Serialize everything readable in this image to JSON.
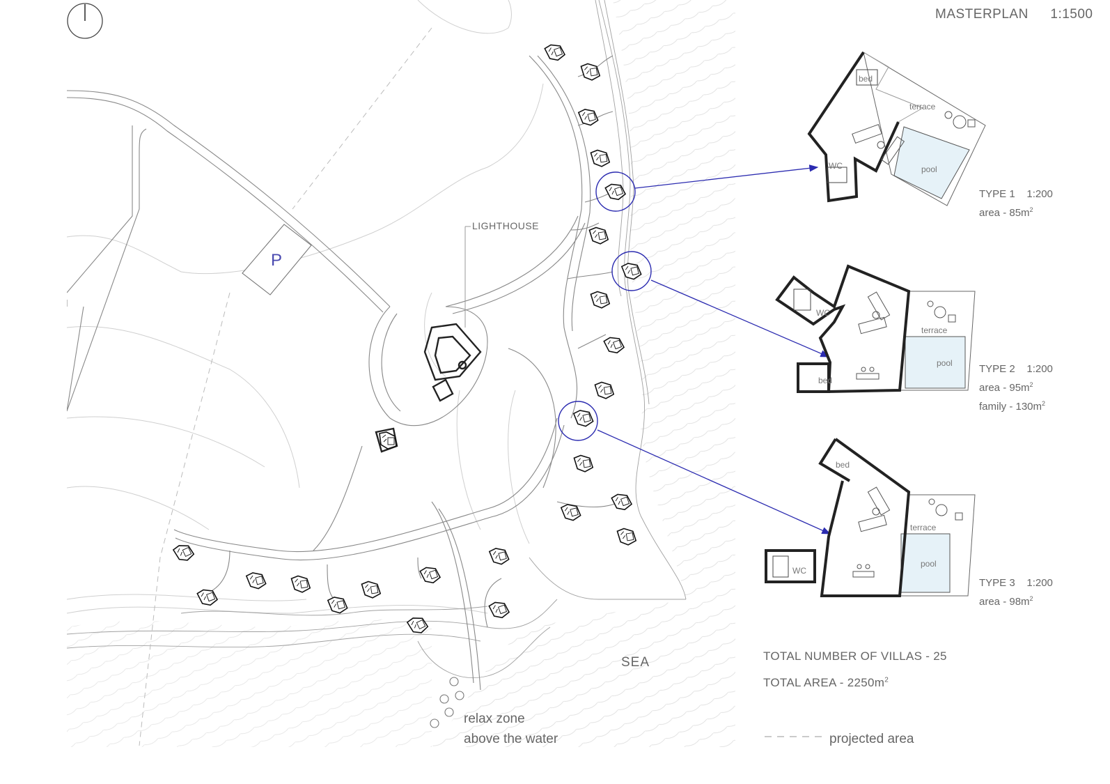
{
  "header": {
    "title": "MASTERPLAN",
    "scale": "1:1500"
  },
  "site": {
    "lighthouse_label": "LIGHTHOUSE",
    "parking_label": "P",
    "sea_label": "SEA",
    "relax_line1": "relax zone",
    "relax_line2": "above the water"
  },
  "villa_types": [
    {
      "name": "TYPE 1",
      "scale": "1:200",
      "area": "area - 85m",
      "family": "",
      "labels": {
        "bed": "bed",
        "wc": "WC",
        "terrace": "terrace",
        "pool": "pool"
      }
    },
    {
      "name": "TYPE 2",
      "scale": "1:200",
      "area": "area - 95m",
      "family": "family - 130m",
      "labels": {
        "bed": "bed",
        "wc": "WC",
        "terrace": "terrace",
        "pool": "pool"
      }
    },
    {
      "name": "TYPE 3",
      "scale": "1:200",
      "area": "area - 98m",
      "family": "",
      "labels": {
        "bed": "bed",
        "wc": "WC",
        "terrace": "terrace",
        "pool": "pool"
      }
    }
  ],
  "totals": {
    "villas": "TOTAL NUMBER OF VILLAS - 25",
    "area": "TOTAL AREA - 2250m"
  },
  "legend": {
    "projected": "projected area"
  },
  "colors": {
    "accent": "#2b2bb0",
    "pool": "#e6f2f8",
    "line": "#8a8a8a"
  }
}
